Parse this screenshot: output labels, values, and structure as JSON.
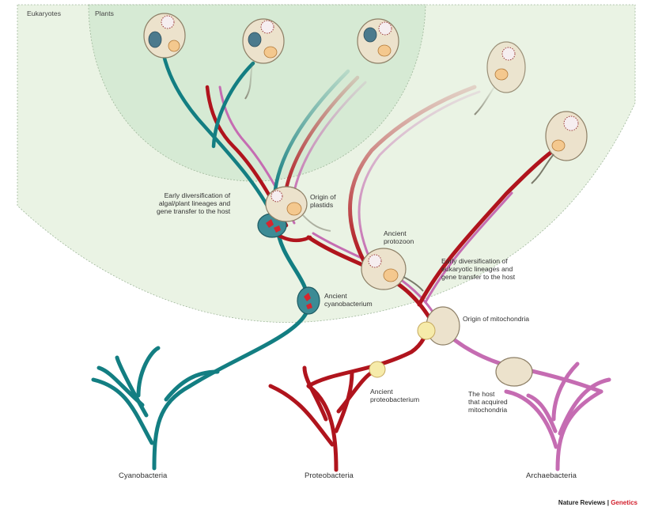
{
  "regions": {
    "eukaryotes": "Eukaryotes",
    "plants": "Plants"
  },
  "labels": {
    "early_algal": "Early diversification of\nalgal/plant lineages and\ngene transfer to the host",
    "origin_plastids": "Origin of\nplastids",
    "ancient_protozoon": "Ancient\nprotozoon",
    "early_eukaryotic": "Early diversification of\neukaryotic lineages and\ngene transfer to the host",
    "ancient_cyanobacterium": "Ancient\ncyanobacterium",
    "origin_mitochondria": "Origin of mitochondria",
    "ancient_proteobacterium": "Ancient\nproteobacterium",
    "host": "The host\nthat acquired\nmitochondria"
  },
  "groups": {
    "cyanobacteria": "Cyanobacteria",
    "proteobacteria": "Proteobacteria",
    "archaebacteria": "Archaebacteria"
  },
  "credit": {
    "journal": "Nature Reviews",
    "separator": " | ",
    "sub": "Genetics"
  },
  "colors": {
    "cyanobacteria_lineage": "#137e82",
    "proteobacteria_lineage": "#b0141d",
    "archaebacteria_lineage": "#c56cb2",
    "eukaryote_region": "#eaf3e4",
    "plant_region": "#d6ead4"
  }
}
